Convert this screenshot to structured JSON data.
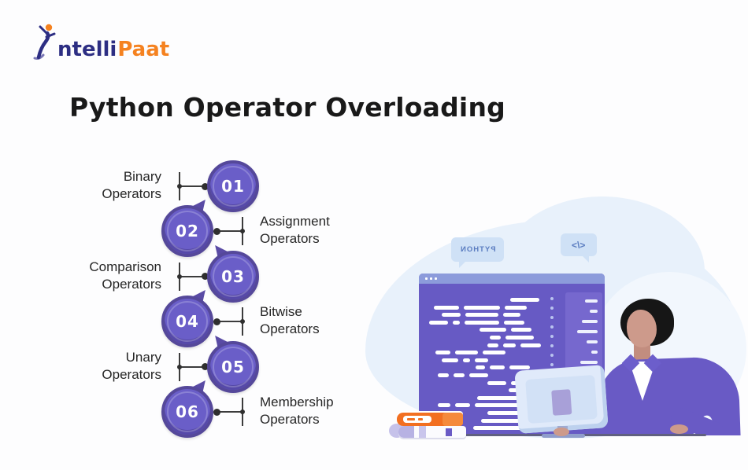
{
  "logo": {
    "icon": "dancing-person-icon",
    "brand_first": "ntelli",
    "brand_second": "Paat",
    "colors": {
      "brand_purple": "#2d2e83",
      "brand_orange": "#f58220"
    }
  },
  "title": "Python Operator Overloading",
  "timeline": {
    "items": [
      {
        "number": "01",
        "label": "Binary Operators",
        "label_side": "left"
      },
      {
        "number": "02",
        "label": "Assignment Operators",
        "label_side": "right"
      },
      {
        "number": "03",
        "label": "Comparison Operators",
        "label_side": "left"
      },
      {
        "number": "04",
        "label": "Bitwise Operators",
        "label_side": "right"
      },
      {
        "number": "05",
        "label": "Unary Operators",
        "label_side": "left"
      },
      {
        "number": "06",
        "label": "Membership Operators",
        "label_side": "right"
      }
    ],
    "colors": {
      "circle_fill": "#6a5ec8",
      "circle_ring": "#55489a",
      "number_text": "#ffffff",
      "connector": "#3c3c3c",
      "label_text": "#262626"
    }
  },
  "illustration": {
    "mirrored": true,
    "speech_bubbles": [
      {
        "name": "python-bubble",
        "text": "PYTHON"
      },
      {
        "name": "code-bubble",
        "text": "</>"
      }
    ],
    "editor": {
      "titlebar_dots": 3,
      "lines": [
        {
          "indent": 103,
          "segs": [
            37
          ]
        },
        {
          "indent": 6,
          "segs": [
            32,
            46,
            28
          ]
        },
        {
          "indent": 16,
          "segs": [
            24,
            42,
            22
          ]
        },
        {
          "indent": 0,
          "segs": [
            24,
            9,
            44,
            26
          ]
        },
        {
          "indent": 64,
          "segs": [
            34,
            26
          ]
        },
        {
          "indent": 77,
          "segs": [
            14,
            36
          ]
        },
        {
          "indent": 74,
          "segs": [
            14,
            16,
            26
          ]
        },
        {
          "indent": 8,
          "segs": [
            19,
            29,
            29
          ]
        },
        {
          "indent": 16,
          "segs": [
            21,
            9,
            17
          ]
        },
        {
          "indent": 59,
          "segs": [
            12,
            19,
            26
          ]
        },
        {
          "indent": 11,
          "segs": [
            14,
            14,
            24
          ]
        },
        {
          "indent": 74,
          "segs": [
            24,
            11
          ]
        },
        {
          "indent": 101,
          "segs": [
            16
          ]
        },
        {
          "indent": 61,
          "segs": [
            58
          ]
        },
        {
          "indent": 11,
          "segs": [
            16,
            19,
            61
          ]
        },
        {
          "indent": 74,
          "segs": [
            42
          ]
        },
        {
          "indent": 66,
          "segs": [
            54
          ]
        },
        {
          "indent": 56,
          "segs": [
            71
          ]
        }
      ],
      "dotted_separator_dots": 14,
      "panel_lines": [
        16,
        10,
        20,
        26,
        14,
        8,
        22,
        12,
        28,
        8,
        16,
        10,
        24
      ],
      "colors": {
        "body": "#675ac4",
        "titlebar": "#8c9bdb",
        "panel": "#7668ce",
        "bars": "#ffffff"
      }
    },
    "colors": {
      "blob": "#e8f1fb",
      "bubble_fill": "#cfe1f6",
      "bubble_text": "#5a7cc0",
      "skin": "#cd9a8b",
      "sweater": "#695ac5",
      "monitor": "#e0eafa",
      "book_orange": "#f26f21",
      "book_lavender": "#b7b2e3"
    }
  }
}
